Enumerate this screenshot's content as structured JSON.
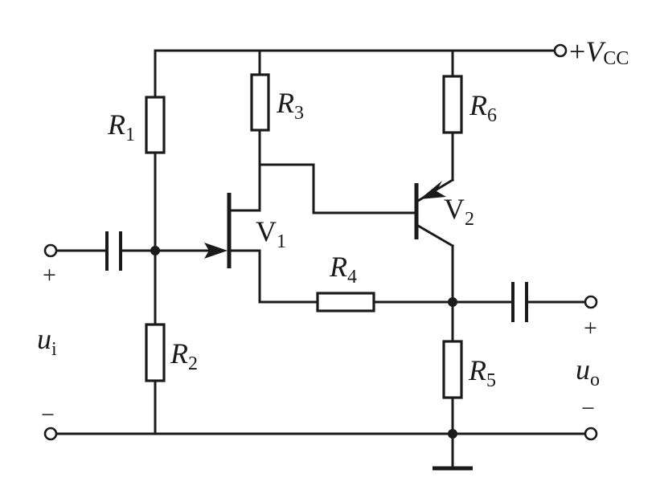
{
  "labels": {
    "vcc_prefix": "+",
    "vcc_var": "V",
    "vcc_sub": "CC",
    "r1": "R",
    "r1_sub": "1",
    "r2": "R",
    "r2_sub": "2",
    "r3": "R",
    "r3_sub": "3",
    "r4": "R",
    "r4_sub": "4",
    "r5": "R",
    "r5_sub": "5",
    "r6": "R",
    "r6_sub": "6",
    "v1": "V",
    "v1_sub": "1",
    "v2": "V",
    "v2_sub": "2",
    "ui": "u",
    "ui_sub": "i",
    "uo": "u",
    "uo_sub": "o",
    "in_plus": "+",
    "in_minus": "−",
    "out_plus": "+",
    "out_minus": "−"
  }
}
